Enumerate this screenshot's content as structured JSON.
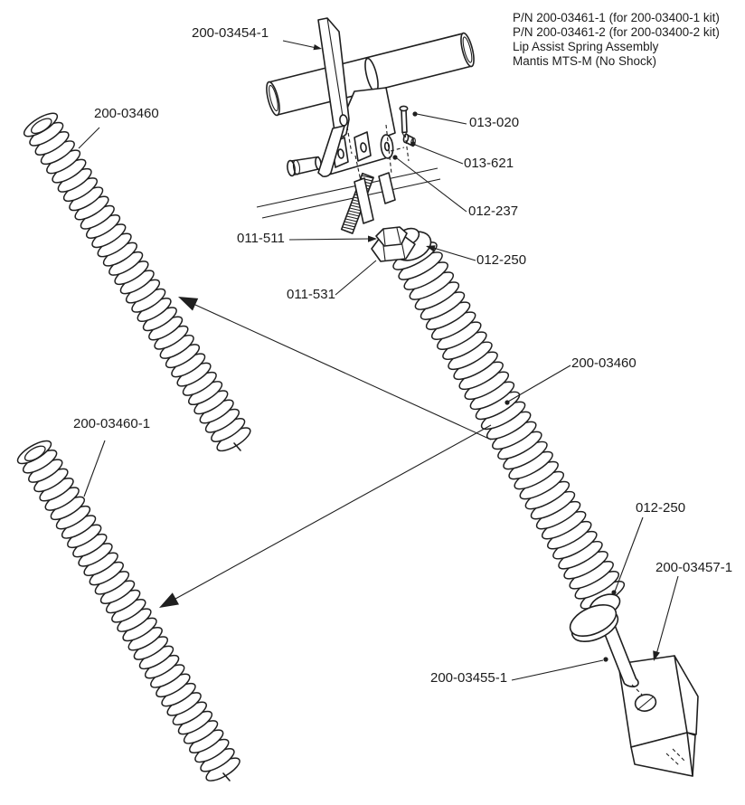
{
  "title_block": {
    "line1": "P/N 200-03461-1 (for 200-03400-1 kit)",
    "line2": "P/N 200-03461-2 (for 200-03400-2 kit)",
    "line3": "Lip Assist Spring Assembly",
    "line4": "Mantis MTS-M (No Shock)"
  },
  "part_labels": {
    "bracket_arm": "200-03454-1",
    "spring_upper_left": "200-03460",
    "cotter_pin": "013-020",
    "clip": "013-621",
    "washer": "012-237",
    "jam_nut": "011-511",
    "spring_cup_top": "012-250",
    "hex_nut": "011-531",
    "spring_center": "200-03460",
    "spring_lower_left": "200-03460-1",
    "spring_cup_bottom": "012-250",
    "angle_bracket": "200-03457-1",
    "spring_rod": "200-03455-1"
  }
}
